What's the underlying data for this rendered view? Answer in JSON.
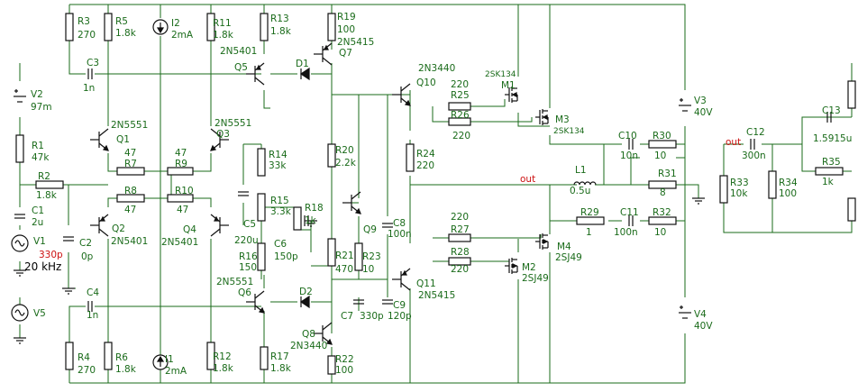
{
  "sources": {
    "V1": {
      "name": "V1",
      "value": "330p",
      "freq": "20 kHz"
    },
    "V2": {
      "name": "V2",
      "value": "97m"
    },
    "V3": {
      "name": "V3",
      "value": "40V"
    },
    "V4": {
      "name": "V4",
      "value": "40V"
    },
    "V5": {
      "name": "V5"
    },
    "I1": {
      "name": "I1",
      "value": "2mA"
    },
    "I2": {
      "name": "I2",
      "value": "2mA"
    }
  },
  "resistors": {
    "R1": {
      "name": "R1",
      "value": "47k"
    },
    "R2": {
      "name": "R2",
      "value": "1.8k"
    },
    "R3": {
      "name": "R3",
      "value": "270"
    },
    "R4": {
      "name": "R4",
      "value": "270"
    },
    "R5": {
      "name": "R5",
      "value": "1.8k"
    },
    "R6": {
      "name": "R6",
      "value": "1.8k"
    },
    "R7": {
      "name": "R7",
      "value": "47"
    },
    "R8": {
      "name": "R8",
      "value": "47"
    },
    "R9": {
      "name": "R9",
      "value": "47"
    },
    "R10": {
      "name": "R10",
      "value": "47"
    },
    "R11": {
      "name": "R11",
      "value": "1.8k"
    },
    "R12": {
      "name": "R12",
      "value": "1.8k"
    },
    "R13": {
      "name": "R13",
      "value": "1.8k"
    },
    "R14": {
      "name": "R14",
      "value": "33k"
    },
    "R15": {
      "name": "R15",
      "value": "3.3k"
    },
    "R16": {
      "name": "R16",
      "value": "150"
    },
    "R17": {
      "name": "R17",
      "value": "1.8k"
    },
    "R18": {
      "name": "R18",
      "value": "1k"
    },
    "R19": {
      "name": "R19",
      "value": "100"
    },
    "R20": {
      "name": "R20",
      "value": "2.2k"
    },
    "R21": {
      "name": "R21",
      "value": "470"
    },
    "R22": {
      "name": "R22",
      "value": "100"
    },
    "R23": {
      "name": "R23",
      "value": "10"
    },
    "R24": {
      "name": "R24",
      "value": "220"
    },
    "R25": {
      "name": "R25",
      "value": "220"
    },
    "R26": {
      "name": "R26",
      "value": "220"
    },
    "R27": {
      "name": "R27",
      "value": "220"
    },
    "R28": {
      "name": "R28",
      "value": "220"
    },
    "R29": {
      "name": "R29",
      "value": "1"
    },
    "R30": {
      "name": "R30",
      "value": "10"
    },
    "R31": {
      "name": "R31",
      "value": "8"
    },
    "R32": {
      "name": "R32",
      "value": "10"
    },
    "R33": {
      "name": "R33",
      "value": "10k"
    },
    "R34": {
      "name": "R34",
      "value": "100"
    },
    "R35": {
      "name": "R35",
      "value": "1k"
    }
  },
  "capacitors": {
    "C1": {
      "name": "C1",
      "value": "2u"
    },
    "C2": {
      "name": "C2",
      "value": "0p"
    },
    "C3": {
      "name": "C3",
      "value": "1n"
    },
    "C4": {
      "name": "C4",
      "value": "1n"
    },
    "C5": {
      "name": "C5",
      "value": "220u"
    },
    "C6": {
      "name": "C6",
      "value": "150p"
    },
    "C7": {
      "name": "C7",
      "value": "330p"
    },
    "C8": {
      "name": "C8",
      "value": "100n"
    },
    "C9": {
      "name": "C9",
      "value": "120p"
    },
    "C10": {
      "name": "C10",
      "value": "10n"
    },
    "C11": {
      "name": "C11",
      "value": "100n"
    },
    "C12": {
      "name": "C12",
      "value": "300n"
    },
    "C13": {
      "name": "C13",
      "value": "1.5915u"
    }
  },
  "inductors": {
    "L1": {
      "name": "L1",
      "value": "0.5u"
    }
  },
  "transistors": {
    "Q1": {
      "name": "Q1",
      "part": "2N5551"
    },
    "Q2": {
      "name": "Q2",
      "part": "2N5401"
    },
    "Q3": {
      "name": "Q3",
      "part": "2N5551"
    },
    "Q4": {
      "name": "Q4",
      "part": "2N5401"
    },
    "Q5": {
      "name": "Q5",
      "part": "2N5401"
    },
    "Q6": {
      "name": "Q6",
      "part": "2N5551"
    },
    "Q7": {
      "name": "Q7",
      "part": "2N5415"
    },
    "Q8": {
      "name": "Q8",
      "part": "2N3440"
    },
    "Q9": {
      "name": "Q9"
    },
    "Q10": {
      "name": "Q10",
      "part": "2N3440"
    },
    "Q11": {
      "name": "Q11",
      "part": "2N5415"
    },
    "M1": {
      "name": "M1",
      "part": "2SK134"
    },
    "M2": {
      "name": "M2",
      "part": "2SJ49"
    },
    "M3": {
      "name": "M3",
      "part": "2SK134"
    },
    "M4": {
      "name": "M4",
      "part": "2SJ49"
    }
  },
  "diodes": {
    "D1": {
      "name": "D1"
    },
    "D2": {
      "name": "D2"
    }
  },
  "nets": {
    "out_main": "out",
    "out_filter": "out"
  },
  "colors": {
    "wire": "#1a6b1a",
    "component": "#111111",
    "label": "#1a6b1a",
    "net_label": "#cc1111"
  }
}
